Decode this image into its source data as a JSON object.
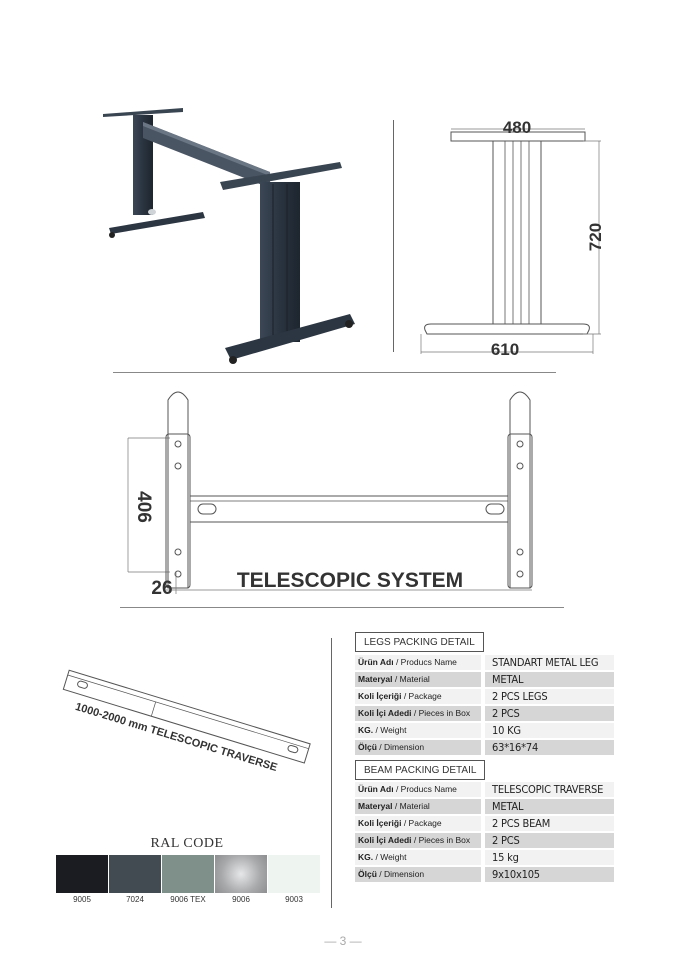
{
  "dimensions_side": {
    "width_top": "480",
    "height": "720",
    "width_base": "610"
  },
  "dimensions_top": {
    "depth": "406",
    "offset": "26"
  },
  "telescopic_title": "TELESCOPIC SYSTEM",
  "traverse_caption": "1000-2000 mm TELESCOPIC TRAVERSE",
  "legs_packing": {
    "header": "LEGS PACKING DETAIL",
    "rows": [
      {
        "label_bold": "Ürün Adı",
        "label_rest": " / Producs Name",
        "value": "STANDART METAL LEG"
      },
      {
        "label_bold": "Materyal",
        "label_rest": " / Material",
        "value": "METAL"
      },
      {
        "label_bold": "Koli İçeriği",
        "label_rest": " / Package",
        "value": "2 PCS LEGS"
      },
      {
        "label_bold": "Koli İçi Adedi",
        "label_rest": " / Pieces in Box",
        "value": "2 PCS"
      },
      {
        "label_bold": "KG.",
        "label_rest": " / Weight",
        "value": "10 KG"
      },
      {
        "label_bold": "Ölçü",
        "label_rest": " / Dimension",
        "value": "63*16*74"
      }
    ]
  },
  "beam_packing": {
    "header": "BEAM PACKING DETAIL",
    "rows": [
      {
        "label_bold": "Ürün Adı",
        "label_rest": " / Producs Name",
        "value": "TELESCOPIC TRAVERSE"
      },
      {
        "label_bold": "Materyal",
        "label_rest": " / Material",
        "value": "METAL"
      },
      {
        "label_bold": "Koli İçeriği",
        "label_rest": " / Package",
        "value": "2 PCS BEAM"
      },
      {
        "label_bold": "Koli İçi Adedi",
        "label_rest": " / Pieces in Box",
        "value": "2 PCS"
      },
      {
        "label_bold": "KG.",
        "label_rest": " / Weight",
        "value": "15 kg"
      },
      {
        "label_bold": "Ölçü",
        "label_rest": " / Dimension",
        "value": "9x10x105"
      }
    ]
  },
  "ral": {
    "title": "RAL CODE",
    "swatches": [
      {
        "code": "9005",
        "color": "#1b1b22"
      },
      {
        "code": "7024",
        "color": "#414b51"
      },
      {
        "code": "9006 TEX",
        "color": "#7f8f8a"
      },
      {
        "code": "9006",
        "color": "#a8a9ab"
      },
      {
        "code": "9003",
        "color": "#eef5f0"
      }
    ]
  },
  "page_number": "— 3 —",
  "colors": {
    "leg_dark": "#2f3a47",
    "line": "#555555"
  }
}
